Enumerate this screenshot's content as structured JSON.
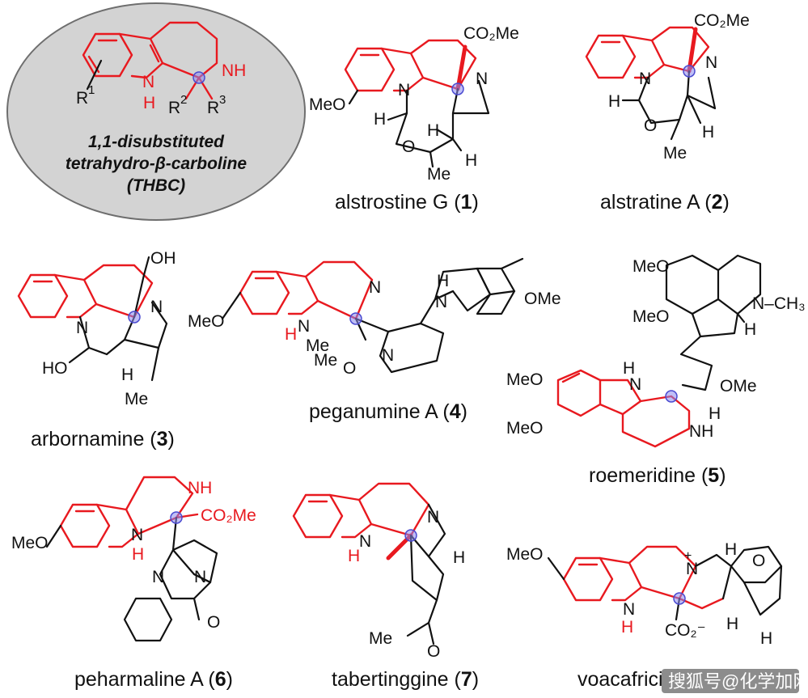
{
  "colors": {
    "highlight": "#e8191f",
    "stereocenter": "#5b5bd6",
    "ellipse": "#d3d3d3"
  },
  "thbc": {
    "line1": "1,1-disubstituted",
    "line2": "tetrahydro-β-carboline",
    "line3": "(THBC)",
    "labels": {
      "NH": "NH",
      "N": "N",
      "H": "H",
      "R1": "R",
      "R1_sup": "1",
      "R2": "R",
      "R2_sup": "2",
      "R3": "R",
      "R3_sup": "3"
    }
  },
  "compounds": [
    {
      "name": "alstrostine G (",
      "number": "1",
      "close": ")"
    },
    {
      "name": "alstratine A (",
      "number": "2",
      "close": ")"
    },
    {
      "name": "arbornamine (",
      "number": "3",
      "close": ")"
    },
    {
      "name": "peganumine A (",
      "number": "4",
      "close": ")"
    },
    {
      "name": "roemeridine (",
      "number": "5",
      "close": ")"
    },
    {
      "name": "peharmaline A (",
      "number": "6",
      "close": ")"
    },
    {
      "name": "tabertinggine (",
      "number": "7",
      "close": ")"
    },
    {
      "name": "voacafrici",
      "number": "",
      "close": ""
    }
  ],
  "atom_labels": {
    "CO2Me": "CO₂Me",
    "MeO": "MeO",
    "N": "N",
    "H": "H",
    "O": "O",
    "Me": "Me",
    "OH": "OH",
    "HO": "HO",
    "OMe": "OMe",
    "NCH3": "N–CH₃",
    "NH": "NH",
    "CO2minus": "CO₂⁻",
    "Nplus": "N",
    "plus": "+"
  },
  "watermark": "搜狐号@化学加网"
}
